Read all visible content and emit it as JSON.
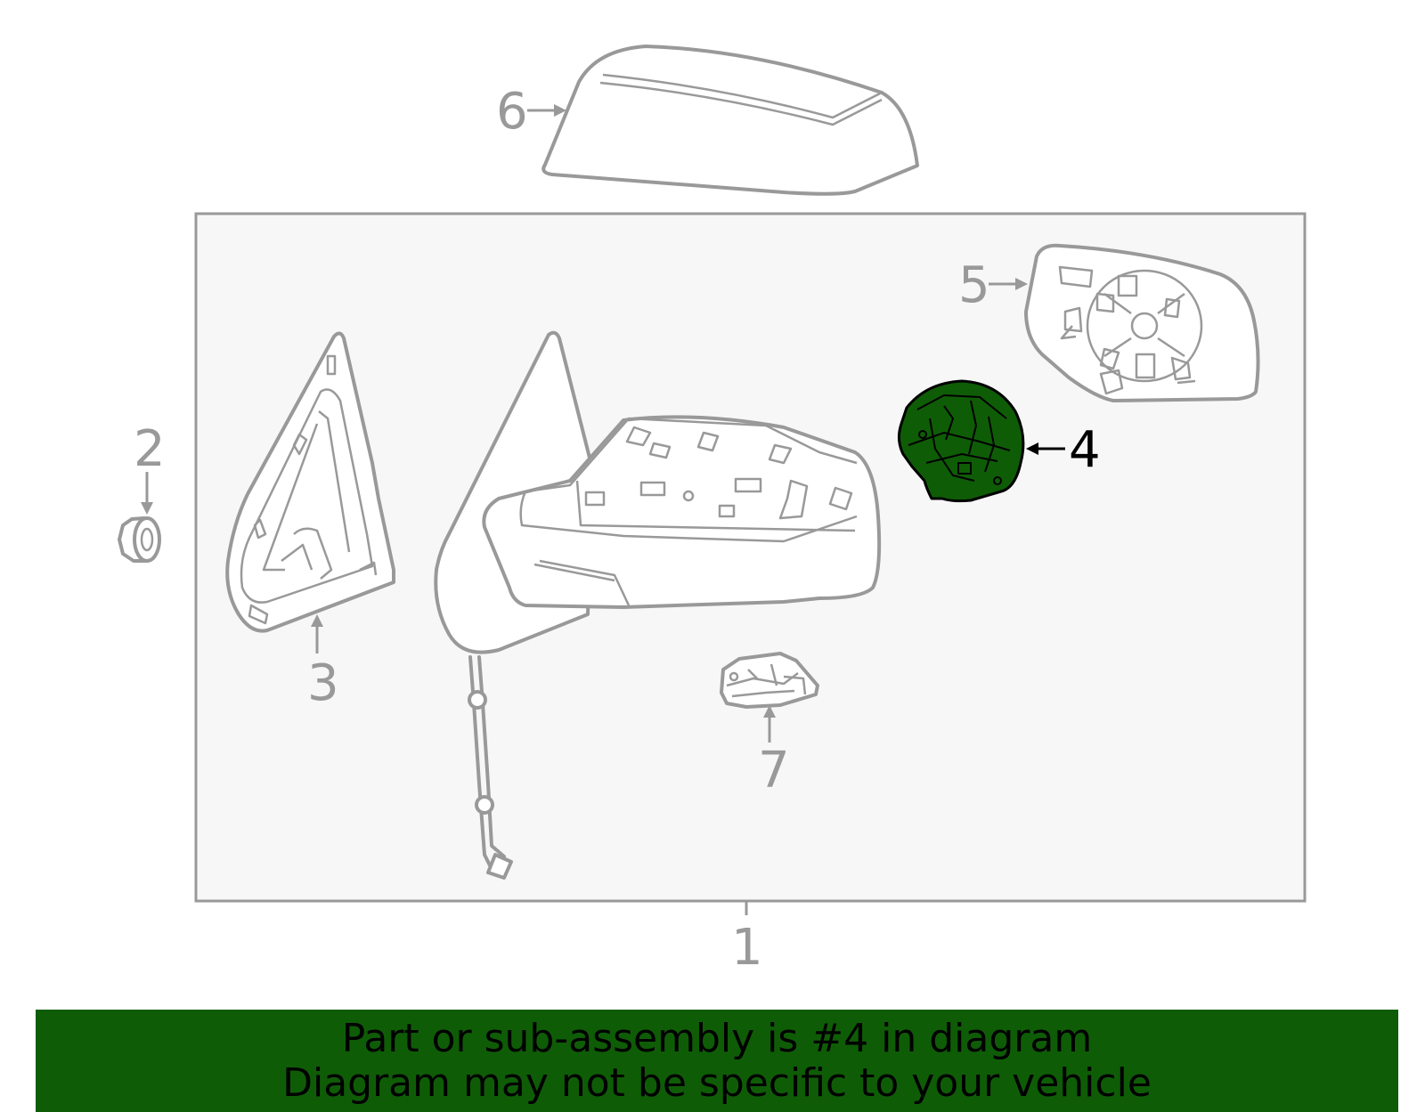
{
  "diagram": {
    "callouts": [
      {
        "id": "1",
        "label": "1"
      },
      {
        "id": "2",
        "label": "2"
      },
      {
        "id": "3",
        "label": "3"
      },
      {
        "id": "4",
        "label": "4"
      },
      {
        "id": "5",
        "label": "5"
      },
      {
        "id": "6",
        "label": "6"
      },
      {
        "id": "7",
        "label": "7"
      }
    ],
    "highlighted_part": "4",
    "colors": {
      "line": "#999999",
      "highlight_fill": "#0f5c07",
      "panel_fill": "#f7f7f7",
      "banner_bg": "#0f5c07"
    }
  },
  "banner": {
    "line1": "Part or sub-assembly is #4 in diagram",
    "line2": "Diagram may not be specific to your vehicle"
  }
}
